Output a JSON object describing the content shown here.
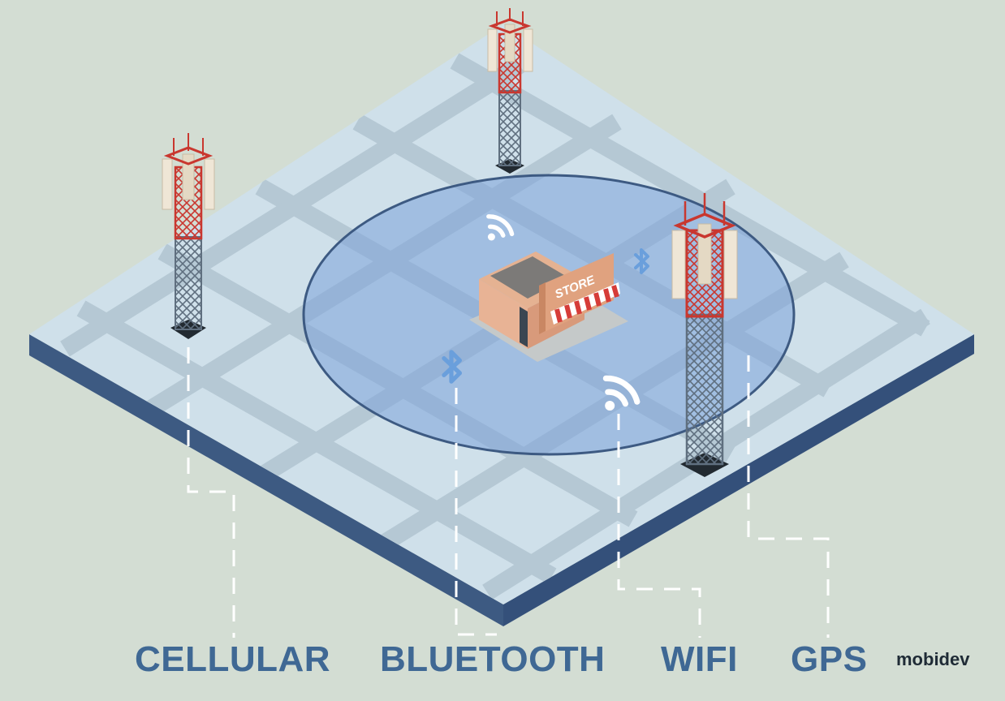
{
  "labels": {
    "cellular": "CELLULAR",
    "bluetooth": "BLUETOOTH",
    "wifi": "WIFI",
    "gps": "GPS"
  },
  "store_sign": "STORE",
  "brand": "mobidev",
  "colors": {
    "background": "#d3ddd3",
    "label_text": "#3f6894",
    "platform_edge": "#3d5a82",
    "map_base": "#cfe0ea",
    "street": "#b5c8d4",
    "coverage_area": "#7ba3d9",
    "tower_red": "#c9372f",
    "tower_grey": "#5f6f7f",
    "bluetooth_icon": "#6a9fdc",
    "wifi_icon": "#ffffff"
  },
  "icons": [
    "cell-tower-icon",
    "wifi-icon",
    "bluetooth-icon",
    "store-icon"
  ]
}
